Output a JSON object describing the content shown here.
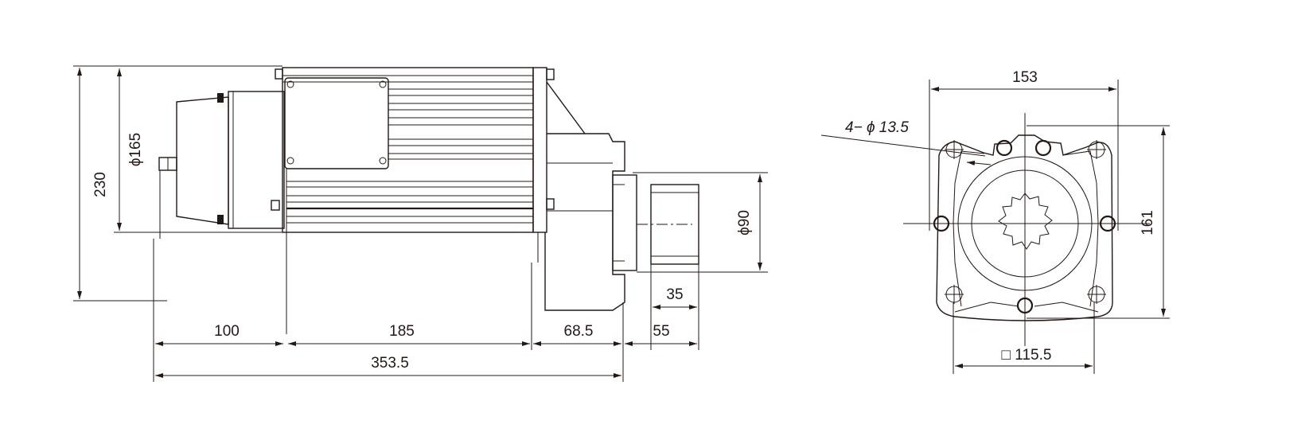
{
  "side_view": {
    "dim_height": "230",
    "dim_body_dia": "ϕ165",
    "dim_shaft_dia": "ϕ90",
    "dim_shaft_len": "35",
    "dim_segments": [
      "100",
      "185",
      "68.5",
      "55"
    ],
    "dim_total": "353.5"
  },
  "front_view": {
    "dim_width": "153",
    "dim_height": "161",
    "dim_bolt_square": "□ 115.5",
    "dim_holes": "4− ϕ 13.5"
  },
  "colors": {
    "line": "#231815",
    "background": "#ffffff"
  }
}
